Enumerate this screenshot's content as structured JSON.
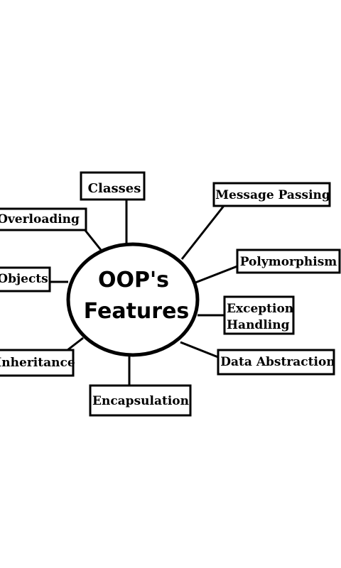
{
  "center": {
    "line1": "OOP's",
    "line2": "Features"
  },
  "nodes": {
    "classes": "Classes",
    "message_passing": "Message Passing",
    "overloading": "Overloading",
    "polymorphism": "Polymorphism",
    "objects": "Objects",
    "exception_handling_1": "Exception",
    "exception_handling_2": "Handling",
    "inheritance": "Inheritance",
    "data_abstraction": "Data Abstraction",
    "encapsulation": "Encapsulation"
  }
}
